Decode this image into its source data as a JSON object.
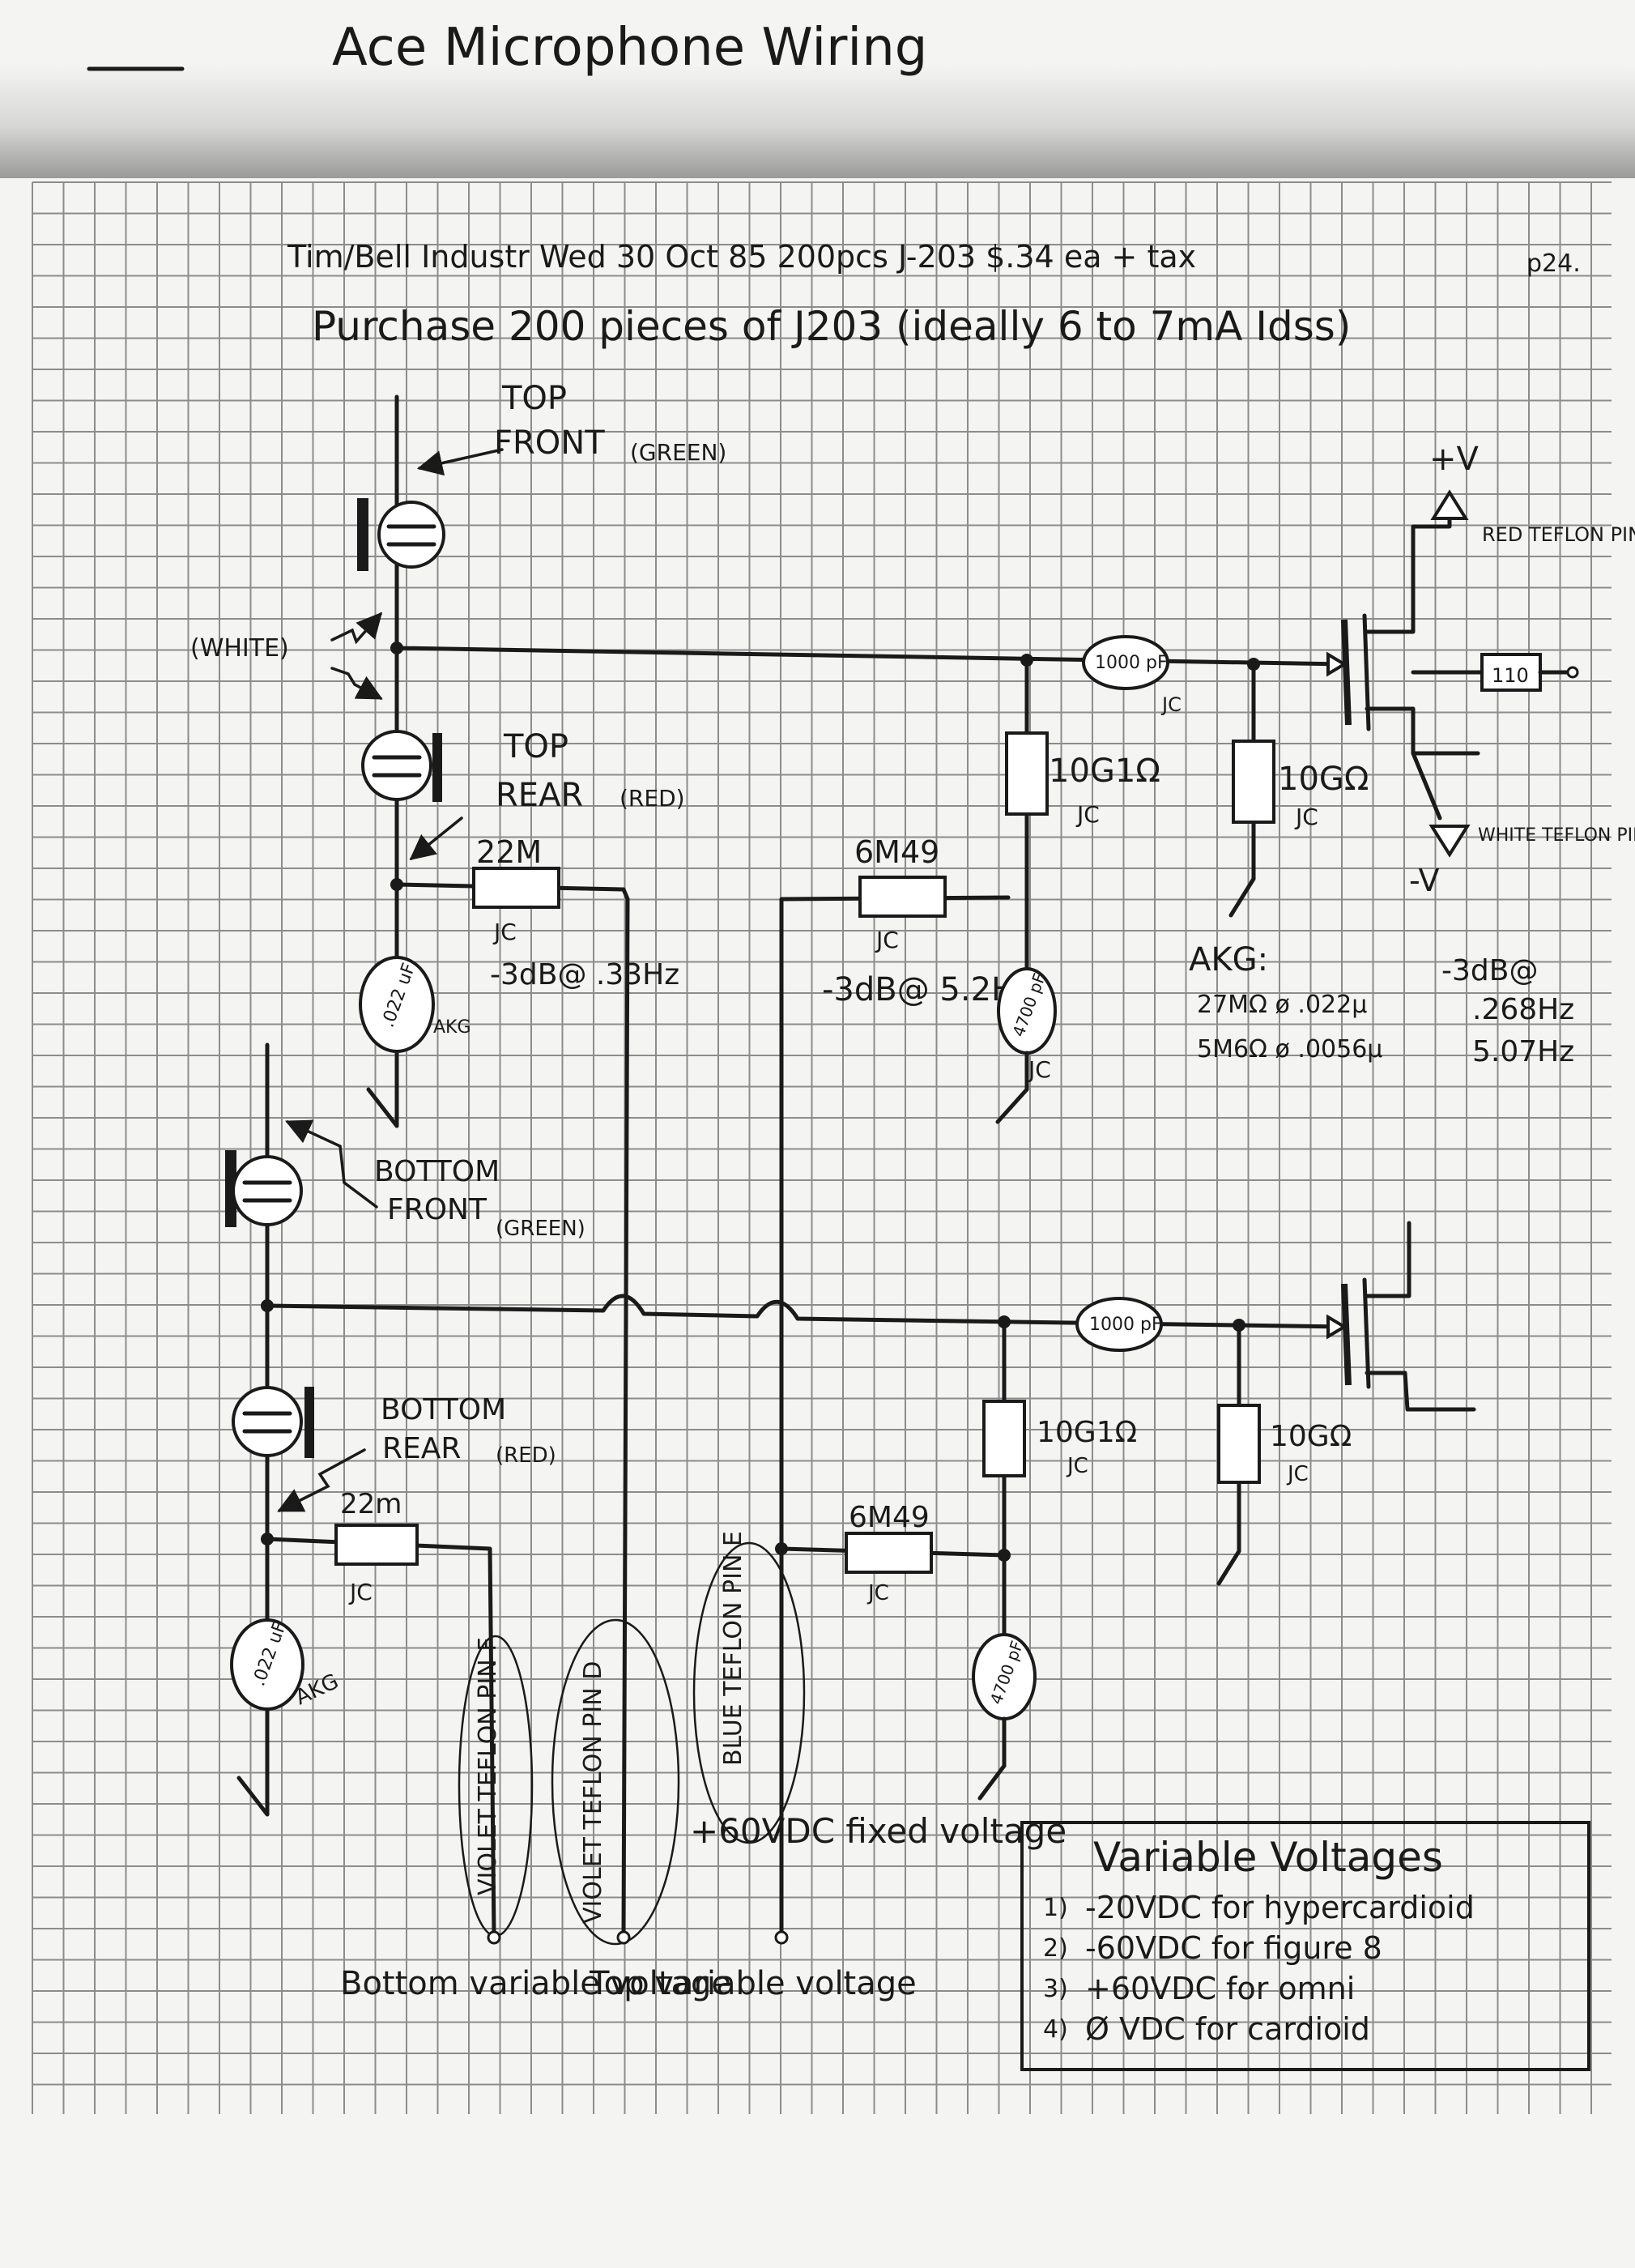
{
  "header": {
    "title": "Ace Microphone Wiring",
    "page_number": "p24."
  },
  "notes": {
    "order_line": "Tim/Bell Industr Wed 30 Oct 85  200pcs J-203 $.34 ea + tax",
    "purchase_line": "Purchase 200 pieces of J203 (ideally 6 to 7mA Idss)"
  },
  "capsules": {
    "top_front": {
      "line1": "TOP",
      "line2": "FRONT",
      "color": "(GREEN)"
    },
    "top_rear": {
      "line1": "TOP",
      "line2": "REAR",
      "color": "(RED)"
    },
    "bottom_front": {
      "line1": "BOTTOM",
      "line2": "FRONT",
      "color": "(GREEN)"
    },
    "bottom_rear": {
      "line1": "BOTTOM",
      "line2": "REAR",
      "color": "(RED)"
    },
    "white_label": "(WHITE)"
  },
  "components": {
    "r_top_22m": {
      "value": "22M",
      "maker": "JC"
    },
    "r_bot_22m": {
      "value": "22m",
      "maker": "JC"
    },
    "r_top_6m49": {
      "value": "6M49",
      "maker": "JC"
    },
    "r_bot_6m49": {
      "value": "6M49",
      "maker": "JC"
    },
    "r_top_10g1": {
      "value": "10G1Ω",
      "maker": "JC"
    },
    "r_top_10g": {
      "value": "10GΩ",
      "maker": "JC"
    },
    "r_bot_10g1": {
      "value": "10G1Ω",
      "maker": "JC"
    },
    "r_bot_10g": {
      "value": "10GΩ",
      "maker": "JC"
    },
    "c_top_022": {
      "value": ".022 uF",
      "maker": "AKG"
    },
    "c_bot_022": {
      "value": ".022 uF",
      "maker": "AKG"
    },
    "c_top_4700": {
      "value": "4700 pF",
      "maker": "JC"
    },
    "c_bot_4700": {
      "value": "4700 pF"
    },
    "c_top_1000": {
      "value": "1000 pF",
      "maker": "JC"
    },
    "c_bot_1000": {
      "value": "1000 pF"
    },
    "r_110": {
      "value": "110"
    }
  },
  "annotations": {
    "rc_33": "-3dB@ .33Hz",
    "rc_52": "-3dB@ 5.2Hz",
    "plus_v": "+V",
    "minus_v": "-V",
    "red_teflon": "RED TEFLON PIN G",
    "white_teflon": "WHITE TEFLON PIN C",
    "violet_f": "VIOLET TEFLON PIN F",
    "violet_d": "VIOLET TEFLON PIN D",
    "blue_e": "BLUE TEFLON PIN E",
    "fixed": "+60VDC fixed voltage",
    "bottom_var": "Bottom variable voltage",
    "top_var": "Top variable voltage"
  },
  "akg_table": {
    "heading": "AKG:",
    "col_heading": "-3dB@",
    "rows": [
      {
        "spec": "27MΩ ø .022µ",
        "freq": ".268Hz"
      },
      {
        "spec": "5M6Ω ø .0056µ",
        "freq": "5.07Hz"
      }
    ]
  },
  "variable_voltages": {
    "title": "Variable Voltages",
    "items": [
      {
        "n": "1)",
        "text": "-20VDC for hypercardioid"
      },
      {
        "n": "2)",
        "text": "-60VDC for figure 8"
      },
      {
        "n": "3)",
        "text": "+60VDC for omni"
      },
      {
        "n": "4)",
        "text": "Ø VDC for cardioid"
      }
    ]
  }
}
